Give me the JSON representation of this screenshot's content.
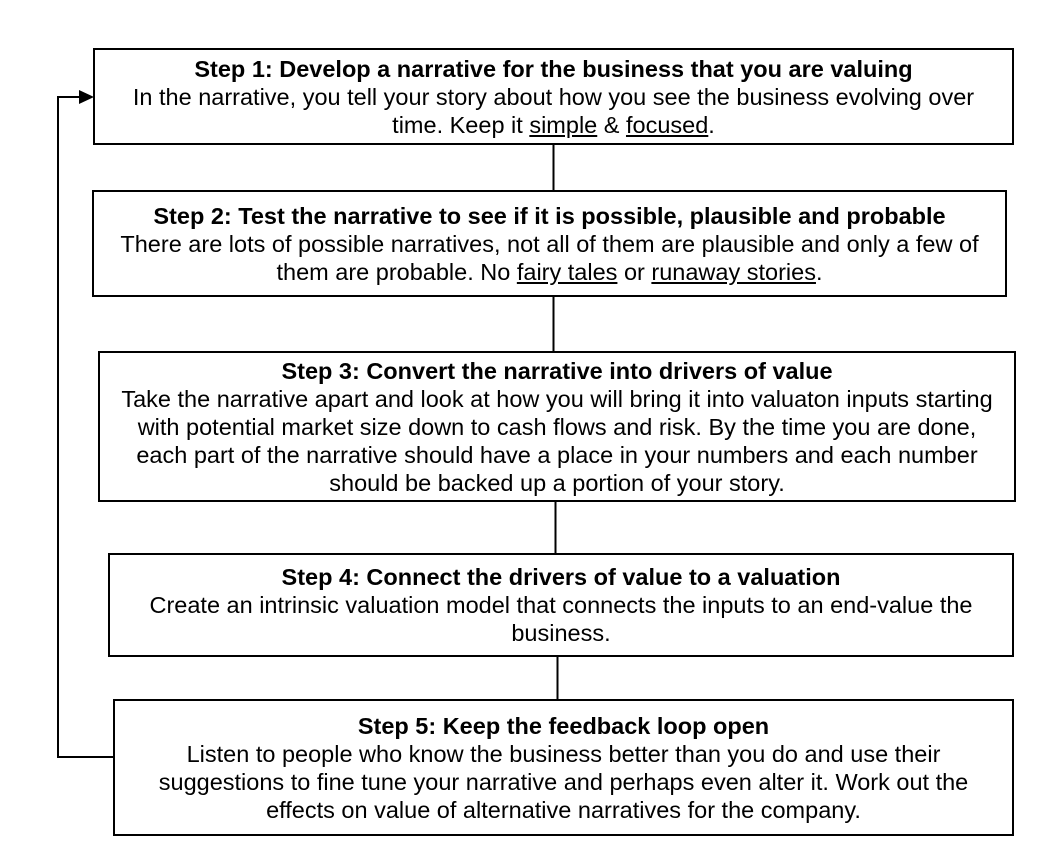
{
  "flowchart": {
    "colors": {
      "line": "#000000",
      "text": "#000000",
      "box_fill": "#ffffff",
      "background": "#ffffff"
    },
    "steps": [
      {
        "id": "step-1",
        "title": "Step 1: Develop a narrative for the business that you are valuing",
        "body": [
          {
            "text": "In the narrative, you tell your story about how you see the business evolving over time. Keep it "
          },
          {
            "text": "simple",
            "underline": true
          },
          {
            "text": " & "
          },
          {
            "text": "focused",
            "underline": true
          },
          {
            "text": "."
          }
        ]
      },
      {
        "id": "step-2",
        "title": "Step 2: Test the narrative to see if it is possible, plausible and probable",
        "body": [
          {
            "text": "There are lots of possible narratives, not all of them are plausible and only a few of them are probable. No "
          },
          {
            "text": "fairy tales",
            "underline": true
          },
          {
            "text": " or "
          },
          {
            "text": "runaway stories",
            "underline": true
          },
          {
            "text": "."
          }
        ]
      },
      {
        "id": "step-3",
        "title": "Step 3: Convert the narrative into drivers of value",
        "body": [
          {
            "text": "Take the narrative apart and look at how you will bring it into valuaton inputs starting with potential market size down to cash flows and risk. By the time you are done, each part of the narrative should have a place in your numbers and each number should be backed up a portion of your story."
          }
        ]
      },
      {
        "id": "step-4",
        "title": "Step 4: Connect the drivers of value to a valuation",
        "body": [
          {
            "text": "Create an intrinsic valuation model that connects the inputs to an end-value the business."
          }
        ]
      },
      {
        "id": "step-5",
        "title": "Step 5: Keep the feedback loop open",
        "body": [
          {
            "text": "Listen to people who know the business better than you do and use their suggestions to fine tune your narrative and perhaps even alter it. Work out the effects on value of alternative narratives for the company."
          }
        ]
      }
    ],
    "connections": [
      {
        "from": "step-1",
        "to": "step-2",
        "type": "line"
      },
      {
        "from": "step-2",
        "to": "step-3",
        "type": "line"
      },
      {
        "from": "step-3",
        "to": "step-4",
        "type": "line"
      },
      {
        "from": "step-4",
        "to": "step-5",
        "type": "line"
      },
      {
        "from": "step-5",
        "to": "step-1",
        "type": "feedback-arrow"
      }
    ]
  }
}
